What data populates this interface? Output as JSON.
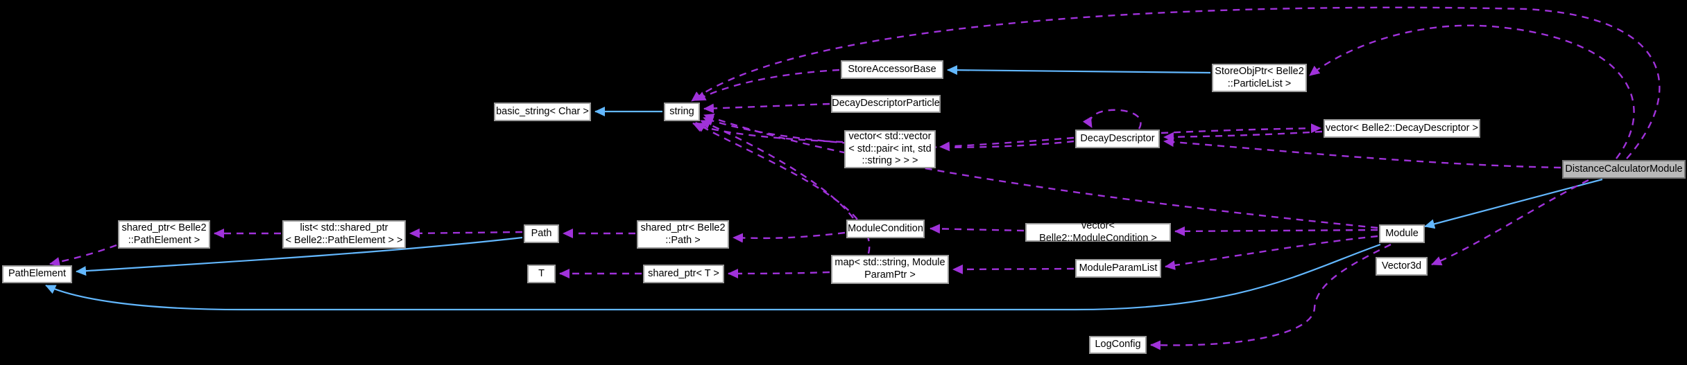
{
  "diagram": {
    "type": "doxygen-collaboration-graph",
    "colors": {
      "background": "#000000",
      "node_fill": "#ffffff",
      "node_border": "#9a9a9a",
      "node_text": "#000000",
      "highlight_fill": "#b9b9b9",
      "highlight_border": "#767676",
      "inheritance_edge": "#63b8ff",
      "usage_edge": "#a032da"
    },
    "nodes": {
      "basic_string": {
        "label": "basic_string< Char >"
      },
      "string": {
        "label": "string"
      },
      "store_accessor_base": {
        "label": "StoreAccessorBase"
      },
      "store_obj_ptr_particle_list": {
        "label": "StoreObjPtr< Belle2\n::ParticleList >"
      },
      "decay_descriptor_particle": {
        "label": "DecayDescriptorParticle"
      },
      "vector_pair_int_string": {
        "label": "vector< std::vector\n< std::pair< int, std\n::string > > >"
      },
      "decay_descriptor": {
        "label": "DecayDescriptor"
      },
      "vector_decay_descriptor": {
        "label": "vector< Belle2::DecayDescriptor >"
      },
      "distance_calculator_module": {
        "label": "DistanceCalculatorModule",
        "highlighted": true
      },
      "shared_ptr_path_element": {
        "label": "shared_ptr< Belle2\n::PathElement >"
      },
      "list_shared_ptr_path_element": {
        "label": "list< std::shared_ptr\n< Belle2::PathElement > >"
      },
      "path": {
        "label": "Path"
      },
      "shared_ptr_path": {
        "label": "shared_ptr< Belle2\n::Path >"
      },
      "module_condition": {
        "label": "ModuleCondition"
      },
      "vector_module_condition": {
        "label": "vector< Belle2::ModuleCondition >"
      },
      "module": {
        "label": "Module"
      },
      "vector3d": {
        "label": "Vector3d"
      },
      "path_element": {
        "label": "PathElement"
      },
      "t": {
        "label": "T"
      },
      "shared_ptr_t": {
        "label": "shared_ptr< T >"
      },
      "map_string_module_param_ptr": {
        "label": "map< std::string, Module\nParamPtr >"
      },
      "module_param_list": {
        "label": "ModuleParamList"
      },
      "log_config": {
        "label": "LogConfig"
      }
    },
    "edges": [
      {
        "from": "string",
        "to": "basic_string",
        "type": "inheritance"
      },
      {
        "from": "store_obj_ptr_particle_list",
        "to": "store_accessor_base",
        "type": "inheritance"
      },
      {
        "from": "path",
        "to": "path_element",
        "type": "inheritance"
      },
      {
        "from": "module",
        "to": "path_element",
        "type": "inheritance"
      },
      {
        "from": "distance_calculator_module",
        "to": "module",
        "type": "inheritance"
      },
      {
        "from": "store_accessor_base",
        "to": "string",
        "type": "usage"
      },
      {
        "from": "decay_descriptor_particle",
        "to": "string",
        "type": "usage"
      },
      {
        "from": "decay_descriptor",
        "to": "string",
        "type": "usage"
      },
      {
        "from": "decay_descriptor",
        "to": "vector_pair_int_string",
        "type": "usage"
      },
      {
        "from": "vector_pair_int_string",
        "to": "string",
        "type": "usage"
      },
      {
        "from": "vector_decay_descriptor",
        "to": "decay_descriptor",
        "type": "usage"
      },
      {
        "from": "decay_descriptor",
        "to": "vector_decay_descriptor",
        "type": "usage"
      },
      {
        "from": "decay_descriptor",
        "to": "decay_descriptor",
        "type": "usage"
      },
      {
        "from": "distance_calculator_module",
        "to": "decay_descriptor",
        "type": "usage"
      },
      {
        "from": "distance_calculator_module",
        "to": "store_obj_ptr_particle_list",
        "type": "usage"
      },
      {
        "from": "distance_calculator_module",
        "to": "string",
        "type": "usage"
      },
      {
        "from": "distance_calculator_module",
        "to": "vector3d",
        "type": "usage"
      },
      {
        "from": "module",
        "to": "vector_module_condition",
        "type": "usage"
      },
      {
        "from": "vector_module_condition",
        "to": "module_condition",
        "type": "usage"
      },
      {
        "from": "module_condition",
        "to": "shared_ptr_path",
        "type": "usage"
      },
      {
        "from": "module_condition",
        "to": "string",
        "type": "usage"
      },
      {
        "from": "shared_ptr_path",
        "to": "path",
        "type": "usage"
      },
      {
        "from": "path",
        "to": "list_shared_ptr_path_element",
        "type": "usage"
      },
      {
        "from": "list_shared_ptr_path_element",
        "to": "shared_ptr_path_element",
        "type": "usage"
      },
      {
        "from": "shared_ptr_path_element",
        "to": "path_element",
        "type": "usage"
      },
      {
        "from": "shared_ptr_t",
        "to": "t",
        "type": "usage"
      },
      {
        "from": "map_string_module_param_ptr",
        "to": "shared_ptr_t",
        "type": "usage"
      },
      {
        "from": "map_string_module_param_ptr",
        "to": "string",
        "type": "usage"
      },
      {
        "from": "module_param_list",
        "to": "map_string_module_param_ptr",
        "type": "usage"
      },
      {
        "from": "module",
        "to": "module_param_list",
        "type": "usage"
      },
      {
        "from": "module",
        "to": "log_config",
        "type": "usage"
      },
      {
        "from": "module",
        "to": "string",
        "type": "usage"
      }
    ]
  }
}
